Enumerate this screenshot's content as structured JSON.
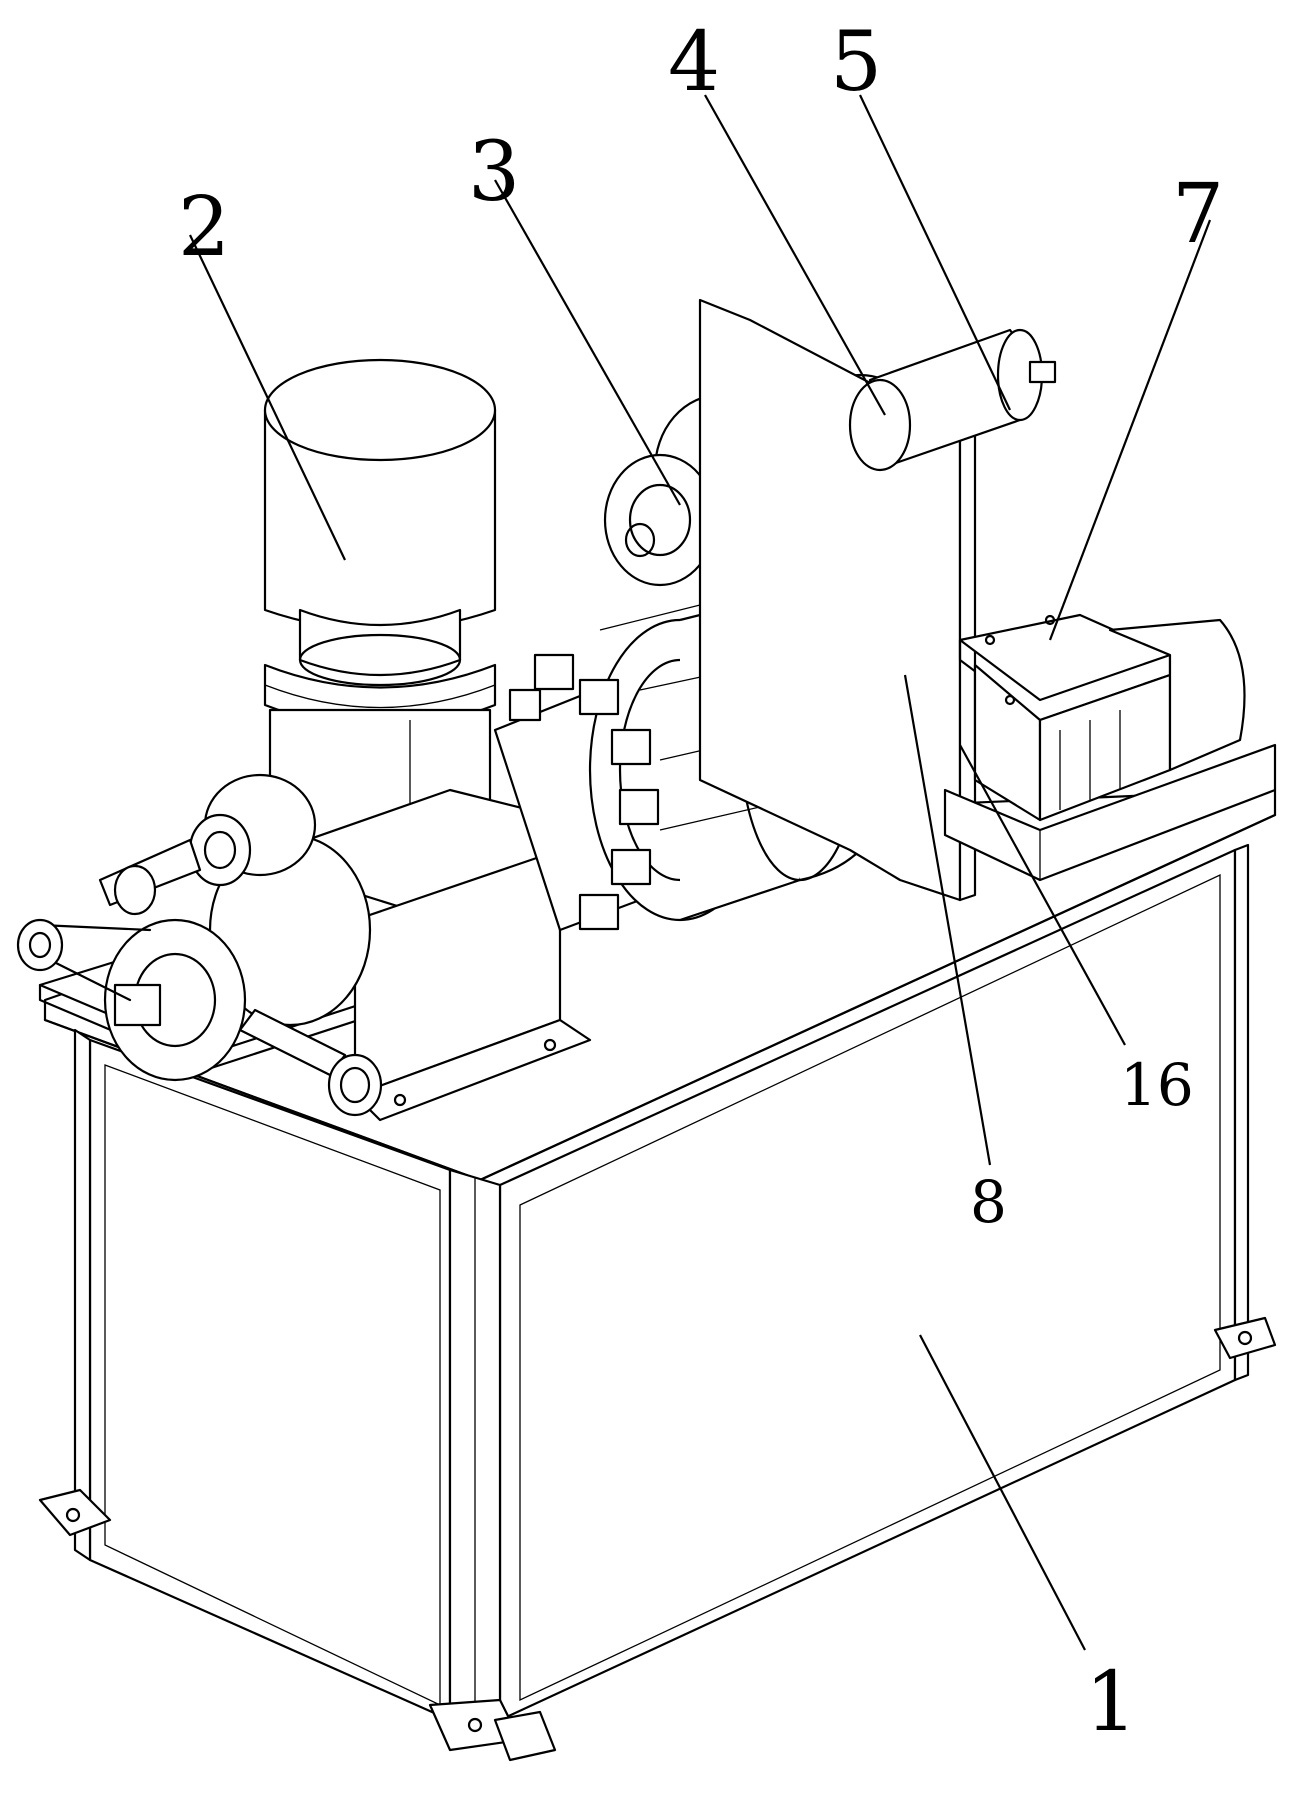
{
  "callouts": [
    {
      "id": "label-1",
      "text": "1"
    },
    {
      "id": "label-2",
      "text": "2"
    },
    {
      "id": "label-3",
      "text": "3"
    },
    {
      "id": "label-4",
      "text": "4"
    },
    {
      "id": "label-5",
      "text": "5"
    },
    {
      "id": "label-7",
      "text": "7"
    },
    {
      "id": "label-8",
      "text": "8"
    },
    {
      "id": "label-16",
      "text": "16"
    }
  ]
}
